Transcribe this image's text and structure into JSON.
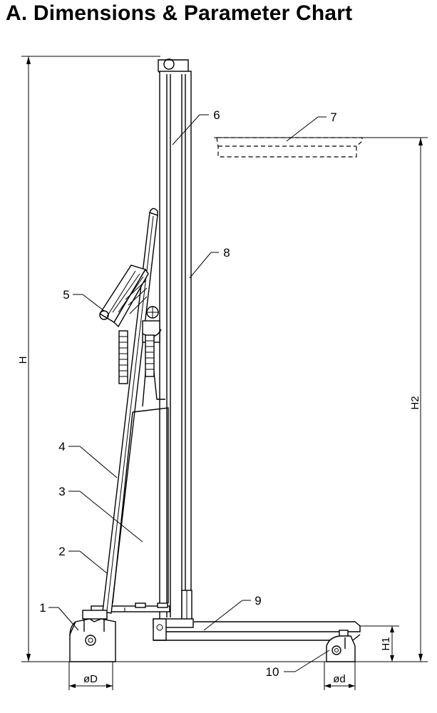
{
  "title": "A. Dimensions & Parameter Chart",
  "parts": {
    "p1": "1",
    "p2": "2",
    "p3": "3",
    "p4": "4",
    "p5": "5",
    "p6": "6",
    "p7": "7",
    "p8": "8",
    "p9": "9",
    "p10": "10"
  },
  "dimensions": {
    "h": "H",
    "h1": "H1",
    "h2": "H2",
    "d_big": "øD",
    "d_small": "ød"
  }
}
